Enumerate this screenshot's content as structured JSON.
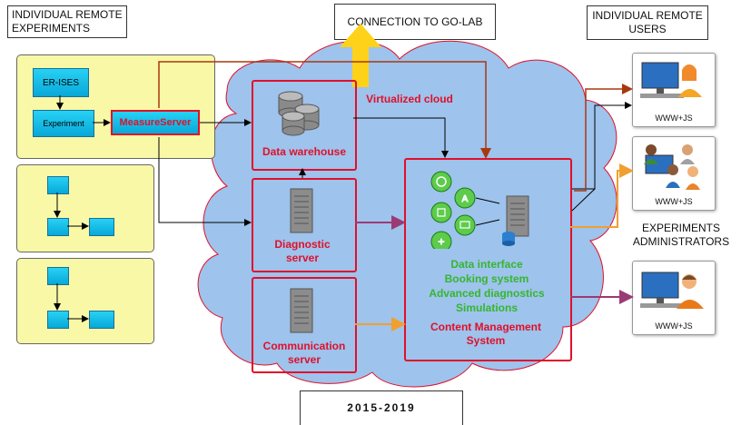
{
  "labels": {
    "individual_remote_experiments": "INDIVIDUAL REMOTE EXPERIMENTS",
    "connection_to_golab": "CONNECTION TO GO-LAB",
    "individual_remote_users": "INDIVIDUAL REMOTE USERS",
    "experiments_administrators": "EXPERIMENTS ADMINISTRATORS",
    "years": "2015-2019"
  },
  "experiment_panel": {
    "er_ises": "ER-ISES",
    "experiment": "Experiment",
    "measure_server": "MeasureServer"
  },
  "cloud": {
    "title": "Virtualized cloud",
    "data_warehouse": "Data warehouse",
    "diagnostic_server": "Diagnostic server",
    "communication_server": "Communication server"
  },
  "cms": {
    "services": [
      "Data interface",
      "Booking system",
      "Advanced diagnostics",
      "Simulations"
    ],
    "title": "Content Management System"
  },
  "users": {
    "caption": "WWW+JS"
  },
  "colors": {
    "red": "#e0102a",
    "green": "#35b62f",
    "cloud": "#9ec3ec",
    "brown_arrow": "#a8380e",
    "purple_arrow": "#9b3a74",
    "orange_arrow": "#f0a030",
    "yellow_panel": "#f8f8a6",
    "cyan_box": "#1bbbe8"
  }
}
